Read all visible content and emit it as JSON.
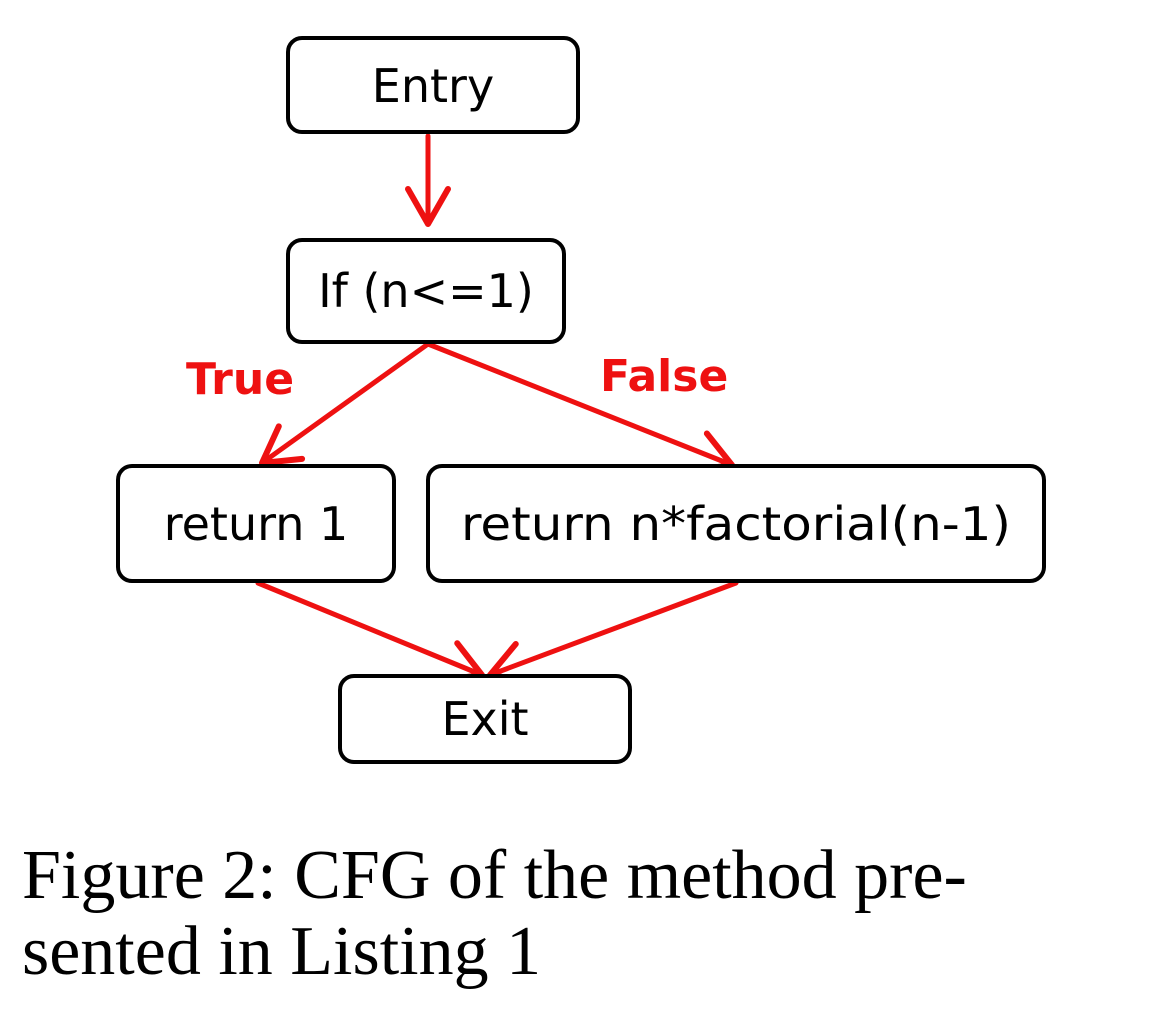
{
  "diagram": {
    "nodes": {
      "entry": "Entry",
      "condition": "If (n<=1)",
      "return_one": "return 1",
      "return_recursive": "return n*factorial(n-1)",
      "exit": "Exit"
    },
    "edge_labels": {
      "true": "True",
      "false": "False"
    },
    "colors": {
      "edge": "#ee1111",
      "node_border": "#000000"
    }
  },
  "caption": {
    "line1": "Figure 2:  CFG of the method pre-",
    "line2": "sented in Listing 1"
  }
}
